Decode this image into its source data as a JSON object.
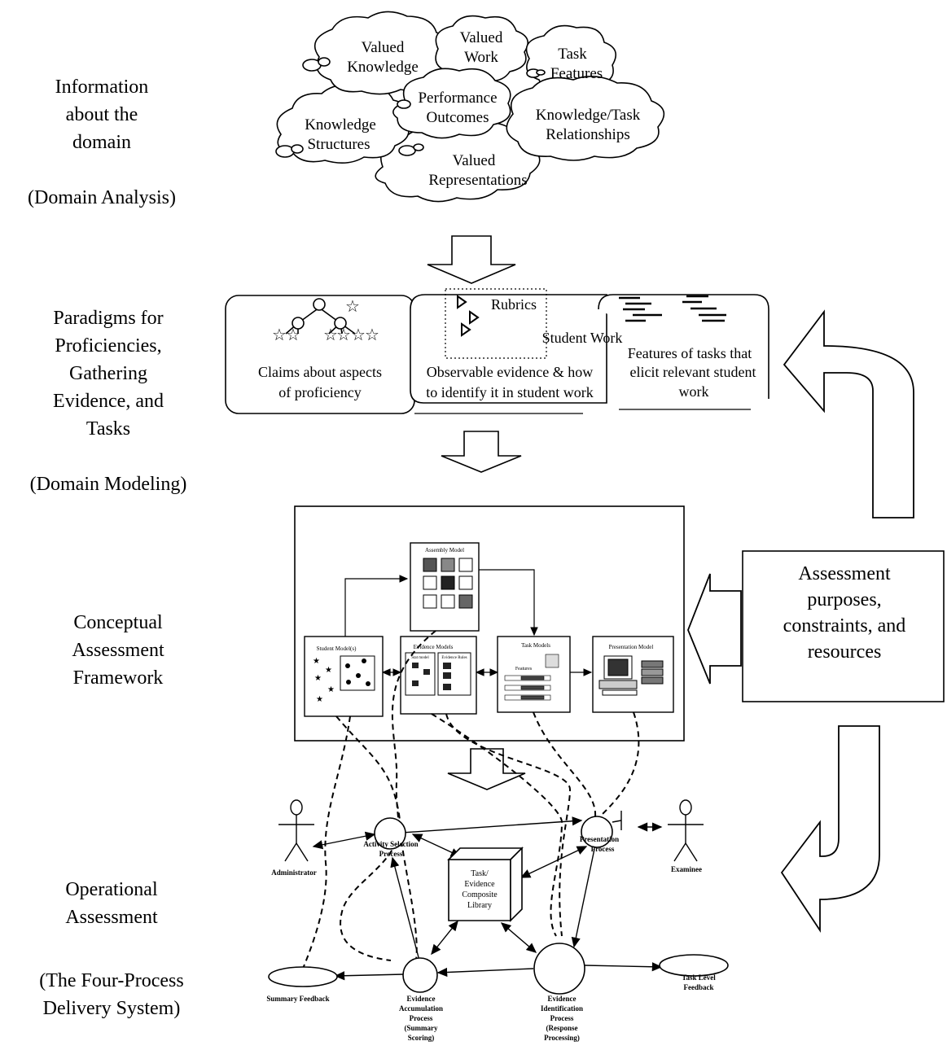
{
  "layers": [
    {
      "label": "Information\nabout the\ndomain",
      "sub": "(Domain Analysis)"
    },
    {
      "label": "Paradigms for\nProficiencies,\nGathering\nEvidence, and\nTasks",
      "sub": "(Domain Modeling)"
    },
    {
      "label": "Conceptual\nAssessment\nFramework",
      "sub": ""
    },
    {
      "label": "Operational\nAssessment",
      "sub": "(The Four-Process\nDelivery System)"
    }
  ],
  "clouds": {
    "valued_knowledge_1": "Valued",
    "valued_knowledge_2": "Knowledge",
    "valued_work_1": "Valued",
    "valued_work_2": "Work",
    "task_features_1": "Task",
    "task_features_2": "Features",
    "performance_1": "Performance",
    "performance_2": "Outcomes",
    "knowledge_structures_1": "Knowledge",
    "knowledge_structures_2": "Structures",
    "kt_rel_1": "Knowledge/Task",
    "kt_rel_2": "Relationships",
    "valued_rep_1": "Valued",
    "valued_rep_2": "Representations"
  },
  "domain_modeling": {
    "claims_1": "Claims about aspects",
    "claims_2": "of proficiency",
    "rubrics": "Rubrics",
    "student_work": "Student Work",
    "observable_1": "Observable evidence & how",
    "observable_2": "to identify it in student work",
    "features_1": "Features of tasks that",
    "features_2": "elicit relevant student",
    "features_3": "work"
  },
  "caf": {
    "assembly": "Assembly Model",
    "student": "Student Model(s)",
    "evidence": "Evidence Models",
    "stat": "Stat model",
    "evidence_rules": "Evidence Rules",
    "task": "Task Models",
    "features": "Features",
    "presentation": "Presentation Model"
  },
  "purposes": {
    "line1": "Assessment",
    "line2": "purposes,",
    "line3": "constraints, and",
    "line4": "resources"
  },
  "operational": {
    "administrator": "Administrator",
    "examinee": "Examinee",
    "activity_1": "Activity Selection",
    "activity_2": "Process",
    "presentation_1": "Presentation",
    "presentation_2": "Process",
    "library_1": "Task/",
    "library_2": "Evidence",
    "library_3": "Composite",
    "library_4": "Library",
    "summary_feedback": "Summary Feedback",
    "task_feedback_1": "Task Level",
    "task_feedback_2": "Feedback",
    "ea_1": "Evidence",
    "ea_2": "Accumulation",
    "ea_3": "Process",
    "ea_4": "(Summary",
    "ea_5": "Scoring)",
    "ei_1": "Evidence",
    "ei_2": "Identification",
    "ei_3": "Process",
    "ei_4": "(Response",
    "ei_5": "Processing)"
  }
}
